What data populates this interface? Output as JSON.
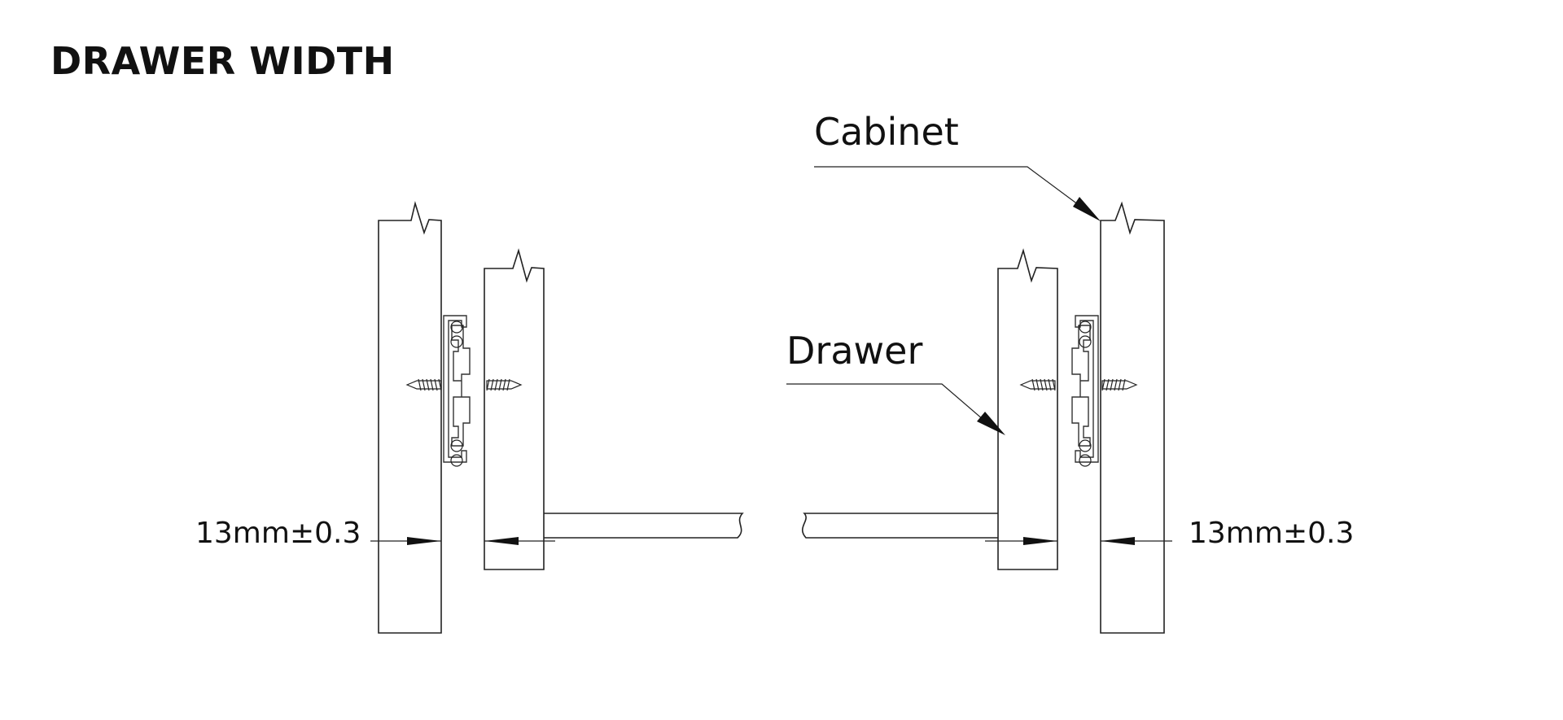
{
  "title": "DRAWER WIDTH",
  "labels": {
    "cabinet": "Cabinet",
    "drawer": "Drawer",
    "gap_left": "13mm±0.3",
    "gap_right": "13mm±0.3"
  },
  "icons": {
    "arrowheads": "dimension-arrow-icon",
    "screws": "screw-icon",
    "slides": "ball-bearing-slide-icon"
  },
  "colors": {
    "line": "#222222",
    "text": "#111111",
    "background": "#ffffff"
  }
}
